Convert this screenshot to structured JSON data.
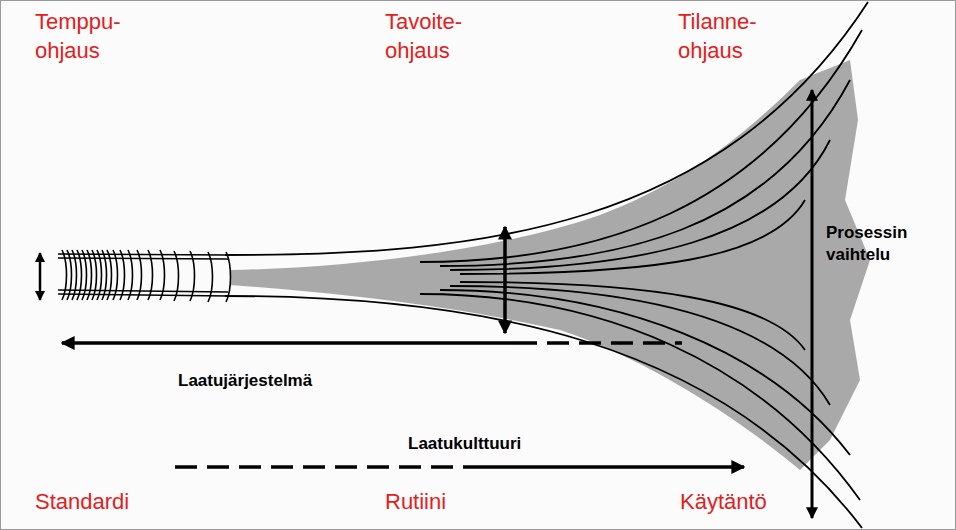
{
  "diagram": {
    "labels": [
      "Temppu- ohjaus",
      "Tavoite- ohjaus",
      "Tilanne- ohjaus",
      "Prosessin vaihtelu",
      "Laatujärjestelmä",
      "Laatukulttuuri",
      "Standardi",
      "Rutiini",
      "Käytäntö"
    ]
  }
}
